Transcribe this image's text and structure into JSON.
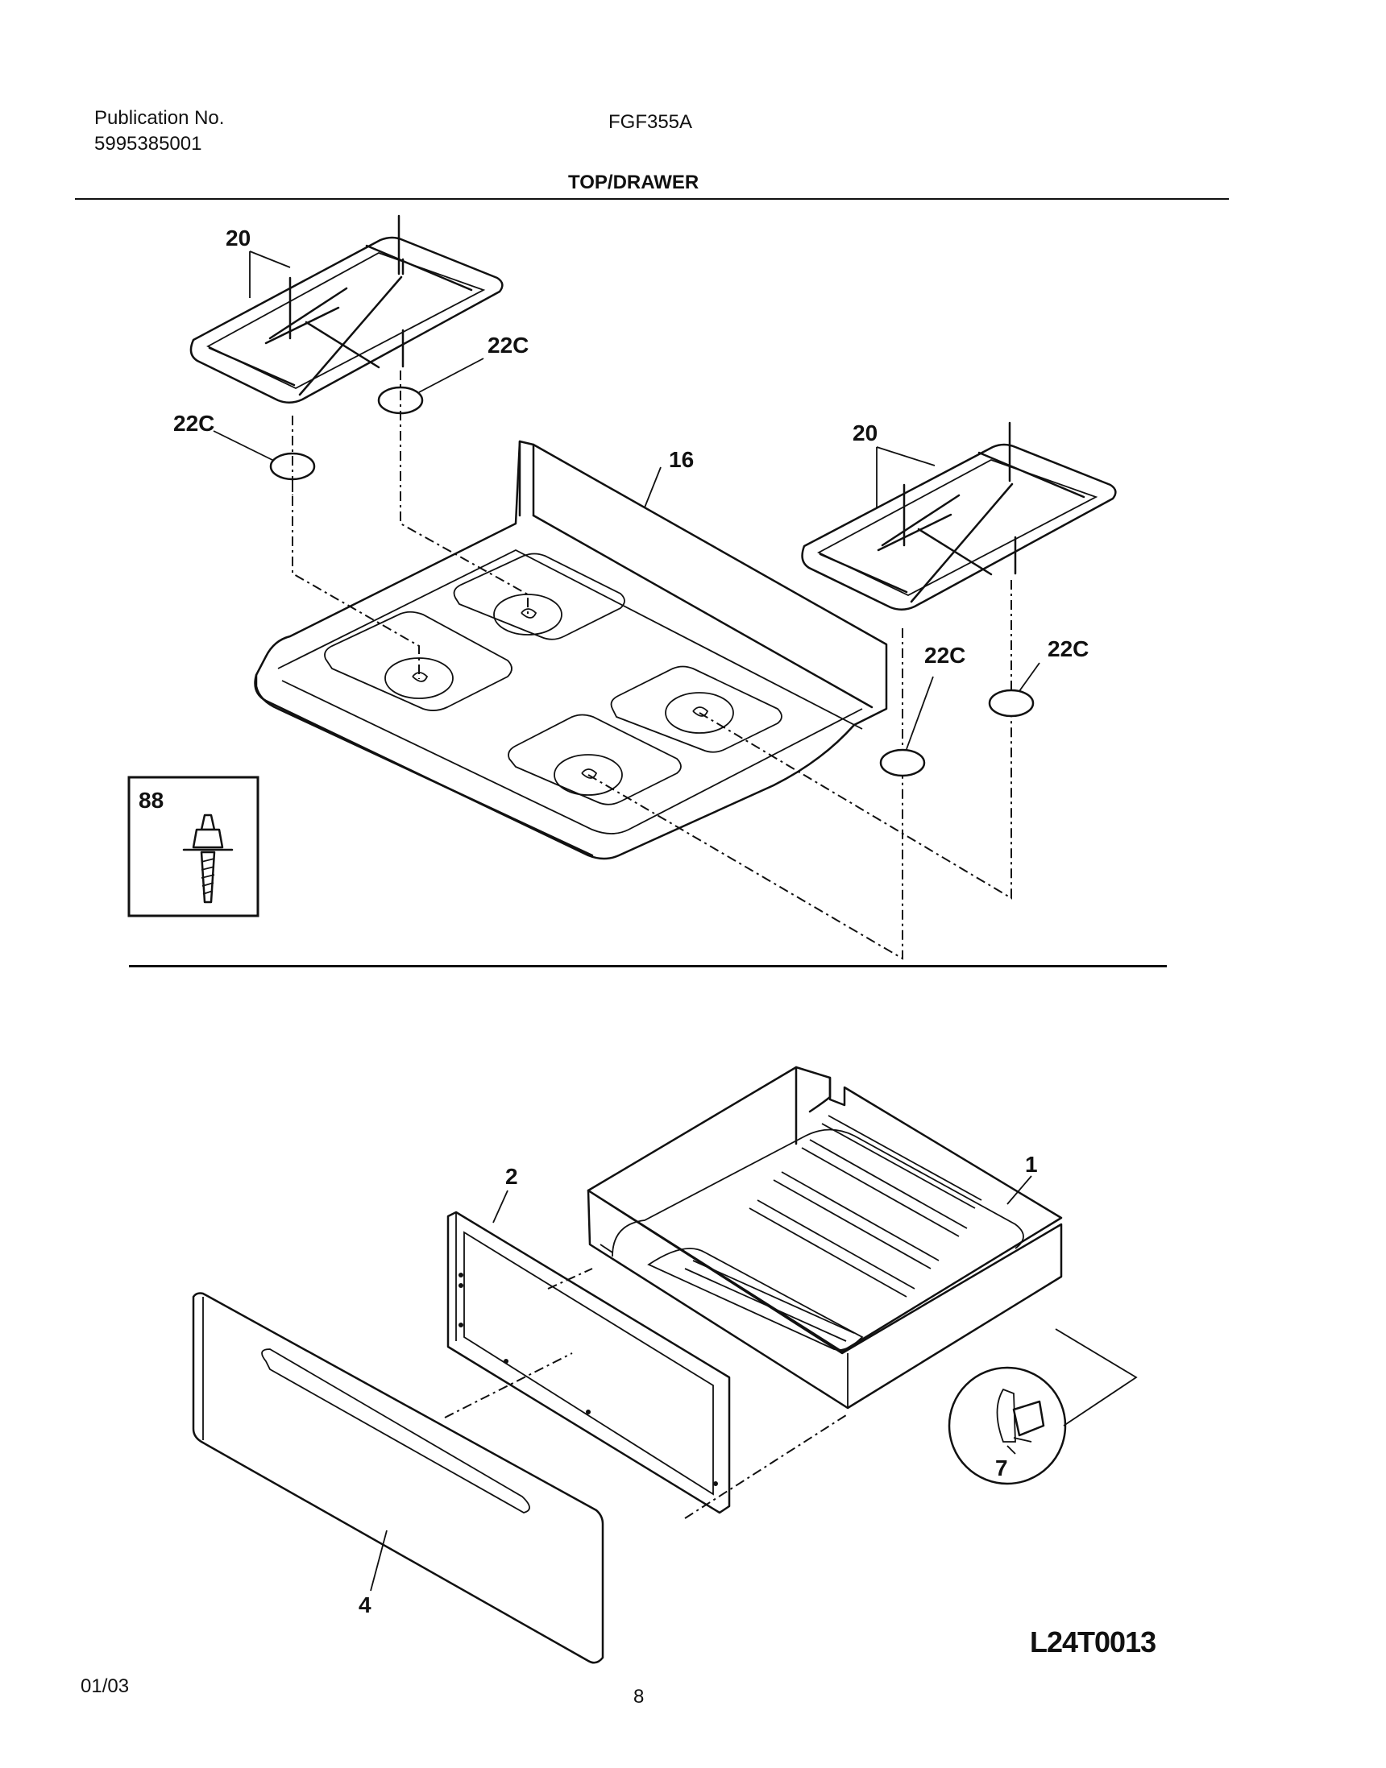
{
  "header": {
    "publication_label": "Publication No.",
    "publication_number": "5995385001",
    "model": "FGF355A",
    "section_title": "TOP/DRAWER"
  },
  "callouts": {
    "grate_left": "20",
    "cap_left_upper": "22C",
    "cap_left_lower": "22C",
    "cooktop": "16",
    "grate_right": "20",
    "cap_right_a": "22C",
    "cap_right_b": "22C",
    "stud_box": "88",
    "drawer_body": "1",
    "drawer_front_frame": "2",
    "drawer_panel": "4",
    "drawer_slide": "7"
  },
  "footer": {
    "date": "01/03",
    "page": "8",
    "diagram_code": "L24T0013"
  }
}
